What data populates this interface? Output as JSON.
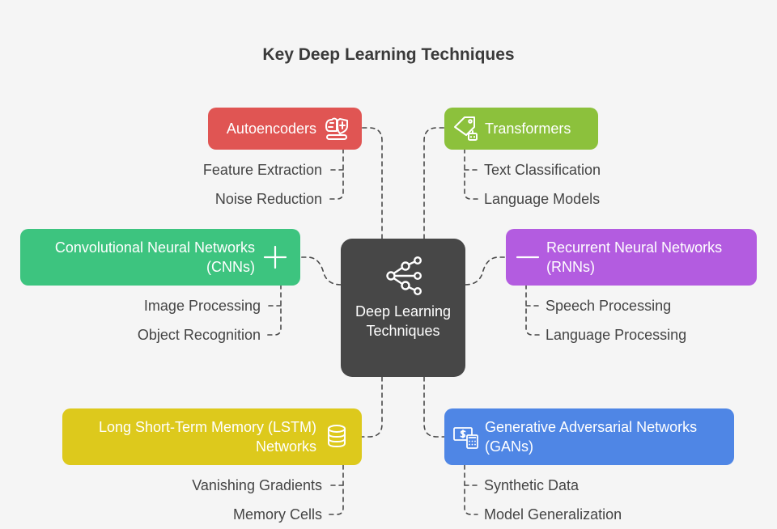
{
  "title": "Key Deep Learning Techniques",
  "center": {
    "label": "Deep Learning Techniques",
    "icon": "network-hierarchy-icon",
    "color": "#474747"
  },
  "branches": {
    "autoencoders": {
      "label": "Autoencoders",
      "color": "#e05553",
      "icon": "brain-shield-icon",
      "leaves": [
        "Feature Extraction",
        "Noise Reduction"
      ]
    },
    "transformers": {
      "label": "Transformers",
      "color": "#8cc13c",
      "icon": "tag-robot-icon",
      "leaves": [
        "Text Classification",
        "Language Models"
      ]
    },
    "cnns": {
      "label": "Convolutional Neural Networks (CNNs)",
      "color": "#3dc47f",
      "icon": "plus-icon",
      "leaves": [
        "Image Processing",
        "Object Recognition"
      ]
    },
    "rnns": {
      "label": "Recurrent Neural Networks (RNNs)",
      "color": "#b35ce0",
      "icon": "dash-icon",
      "leaves": [
        "Speech Processing",
        "Language Processing"
      ]
    },
    "lstm": {
      "label": "Long Short-Term Memory (LSTM) Networks",
      "color": "#ddc91c",
      "icon": "database-icon",
      "leaves": [
        "Vanishing Gradients",
        "Memory Cells"
      ]
    },
    "gans": {
      "label": "Generative Adversarial Networks (GANs)",
      "color": "#4f86e5",
      "icon": "money-calculator-icon",
      "leaves": [
        "Synthetic Data",
        "Model Generalization"
      ]
    }
  },
  "connector_color": "#4a4a4a"
}
